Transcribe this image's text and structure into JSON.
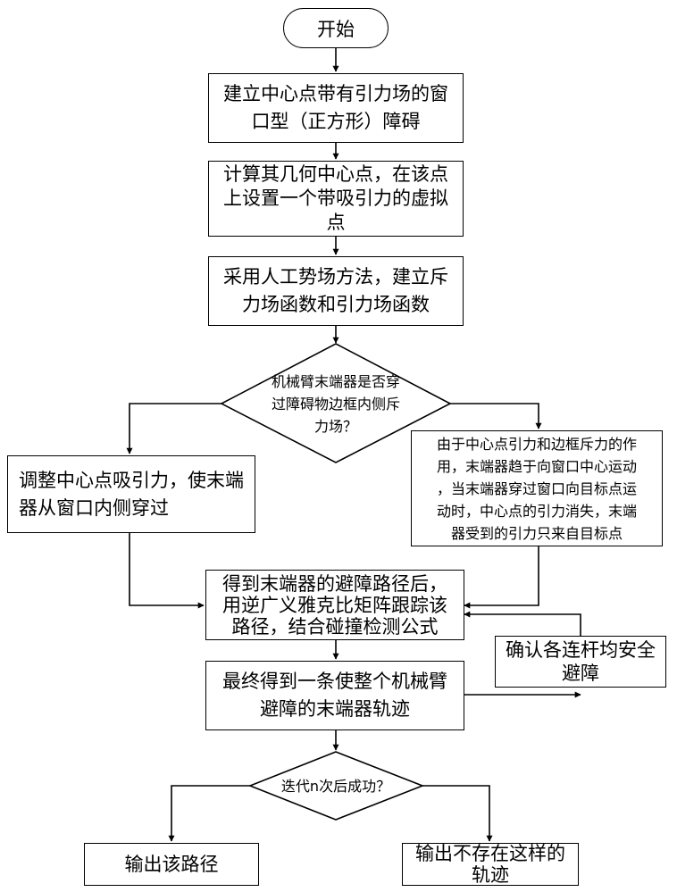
{
  "start": "开始",
  "step1": [
    "建立中心点带有引力场的窗",
    "口型（正方形）障碍"
  ],
  "step2": [
    "计算其几何中心点，在该点",
    "上设置一个带吸引力的虚拟",
    "点"
  ],
  "step3": [
    "采用人工势场方法，建立斥",
    "力场函数和引力场函数"
  ],
  "decision1": [
    "机械臂末端器是否穿",
    "过障碍物边框内侧斥",
    "力场？"
  ],
  "left_branch": [
    "调整中心点吸引力，使末端",
    "器从窗口内侧穿过"
  ],
  "right_branch": [
    "由于中心点引力和边框斥力的作",
    "用，末端器趋于向窗口中心运动",
    "，当末端器穿过窗口向目标点运",
    "动时，中心点的引力消失，末端",
    "器受到的引力只来自目标点"
  ],
  "step4": [
    "得到末端器的避障路径后，",
    "用逆广义雅克比矩阵跟踪该",
    "路径，结合碰撞检测公式"
  ],
  "check": [
    "确认各连杆均安全",
    "避障"
  ],
  "step5": [
    "最终得到一条使整个机械臂",
    "避障的末端器轨迹"
  ],
  "decision2": "迭代n次后成功？",
  "out_yes": "输出该路径",
  "out_no": [
    "输出不存在这样的",
    "轨迹"
  ]
}
